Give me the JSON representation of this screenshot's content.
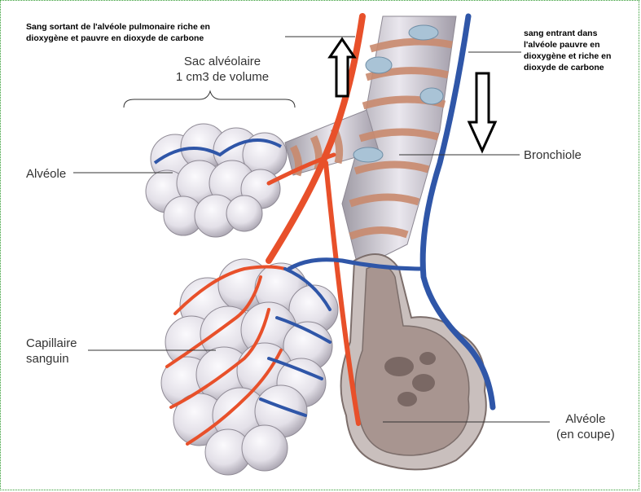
{
  "annotations": {
    "blood_out": "Sang sortant de l'alvéole pulmonaire riche en\ndioxygène et pauvre en dioxyde de carbone",
    "blood_in": "sang entrant dans\nl'alvéole pauvre en\ndioxygène et riche en\ndioxyde de carbone"
  },
  "labels": {
    "sac": "Sac alvéolaire\n1 cm3 de volume",
    "alveole": "Alvéole",
    "bronchiole": "Bronchiole",
    "capillaire": "Capillaire\nsanguin",
    "alveole_coupe": "Alvéole\n(en coupe)"
  },
  "colors": {
    "frame_border": "#2e9a2e",
    "artery_red": "#e8502a",
    "vein_blue": "#2f56a8",
    "alveolus_fill": "#e9e7ee",
    "bronchiole_ring": "#c98a6e",
    "cartilage": "#a9c3d6",
    "section_fill": "#a89590"
  },
  "arrows": {
    "up": "arrow-up-icon",
    "down": "arrow-down-icon"
  }
}
